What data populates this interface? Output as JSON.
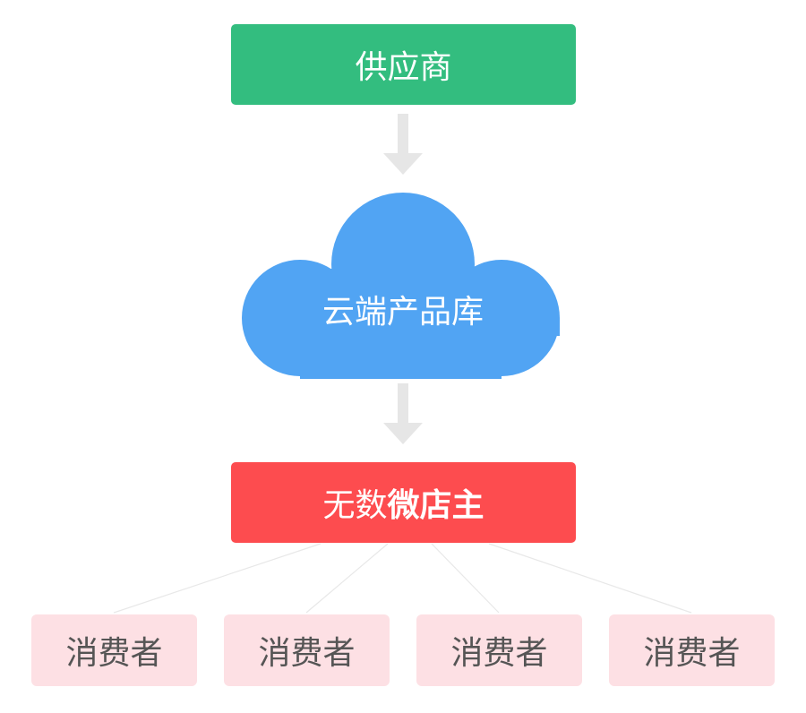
{
  "supplier": {
    "label": "供应商",
    "color": "#33bd7f"
  },
  "cloud": {
    "label": "云端产品库",
    "color": "#51a4f3"
  },
  "owner": {
    "label_regular": "无数",
    "label_bold": "微店主",
    "color": "#fd4c4f"
  },
  "consumers": [
    {
      "label": "消费者"
    },
    {
      "label": "消费者"
    },
    {
      "label": "消费者"
    },
    {
      "label": "消费者"
    }
  ],
  "colors": {
    "arrow": "#e6e6e6",
    "consumer_bg": "#fde0e4",
    "connector": "#e8e8e8"
  }
}
